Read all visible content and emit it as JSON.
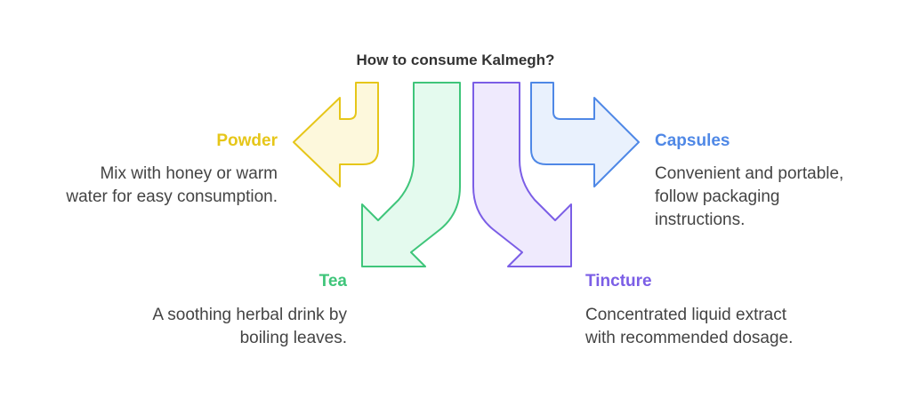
{
  "title": "How to consume Kalmegh?",
  "branches": [
    {
      "id": "powder",
      "label": "Powder",
      "description": "Mix with honey or warm water for easy consumption.",
      "desc_lines": [
        "Mix with honey or warm",
        "water for easy consumption."
      ],
      "color": "#e6c619",
      "fill": "#fdf8dc"
    },
    {
      "id": "tea",
      "label": "Tea",
      "description": "A soothing herbal drink by boiling leaves.",
      "desc_lines": [
        "A soothing herbal drink by",
        "boiling leaves."
      ],
      "color": "#3fc57a",
      "fill": "#e4faee"
    },
    {
      "id": "tincture",
      "label": "Tincture",
      "description": "Concentrated liquid extract with recommended dosage.",
      "desc_lines": [
        "Concentrated liquid extract",
        "with recommended dosage."
      ],
      "color": "#7b5ee6",
      "fill": "#efeafd"
    },
    {
      "id": "capsules",
      "label": "Capsules",
      "description": "Convenient and portable, follow packaging instructions.",
      "desc_lines": [
        "Convenient and portable,",
        "follow packaging",
        "instructions."
      ],
      "color": "#4f88e6",
      "fill": "#e9f1fd"
    }
  ]
}
